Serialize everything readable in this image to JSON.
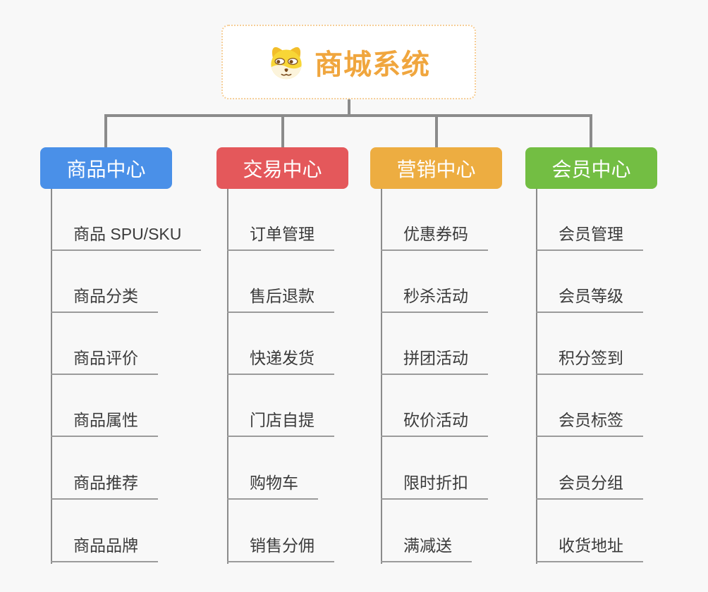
{
  "root": {
    "title": "商城系统",
    "icon": "dog-face-icon"
  },
  "branches": [
    {
      "id": "product-center",
      "label": "商品中心",
      "color": "#4A90E8",
      "items": [
        "商品 SPU/SKU",
        "商品分类",
        "商品评价",
        "商品属性",
        "商品推荐",
        "商品品牌"
      ]
    },
    {
      "id": "trade-center",
      "label": "交易中心",
      "color": "#E4585B",
      "items": [
        "订单管理",
        "售后退款",
        "快递发货",
        "门店自提",
        "购物车",
        "销售分佣"
      ]
    },
    {
      "id": "marketing-center",
      "label": "营销中心",
      "color": "#EDAD41",
      "items": [
        "优惠券码",
        "秒杀活动",
        "拼团活动",
        "砍价活动",
        "限时折扣",
        "满减送"
      ]
    },
    {
      "id": "member-center",
      "label": "会员中心",
      "color": "#73BE43",
      "items": [
        "会员管理",
        "会员等级",
        "积分签到",
        "会员标签",
        "会员分组",
        "收货地址"
      ]
    }
  ],
  "colors": {
    "background": "#F8F8F8",
    "root_text": "#F0A63E",
    "root_border": "#F6CE97",
    "connector_line": "#8B8B8B",
    "leaf_underline": "#9B9B9B",
    "leaf_text": "#3B3B3B"
  }
}
